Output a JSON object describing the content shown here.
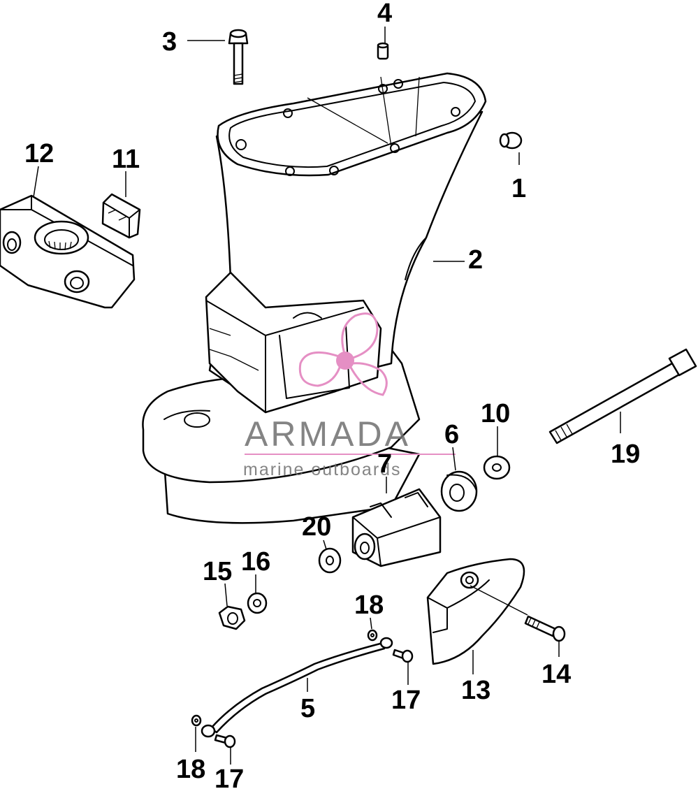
{
  "diagram": {
    "type": "exploded-parts-diagram",
    "callouts": {
      "c1": "1",
      "c2": "2",
      "c3": "3",
      "c4": "4",
      "c5": "5",
      "c6": "6",
      "c7": "7",
      "c10": "10",
      "c11": "11",
      "c12": "12",
      "c13": "13",
      "c14": "14",
      "c15": "15",
      "c16": "16",
      "c17a": "17",
      "c17b": "17",
      "c18a": "18",
      "c18b": "18",
      "c19": "19",
      "c20": "20"
    }
  },
  "watermark": {
    "title": "ARMADA",
    "subtitle": "marine outboards",
    "color": "#e58fc4"
  }
}
